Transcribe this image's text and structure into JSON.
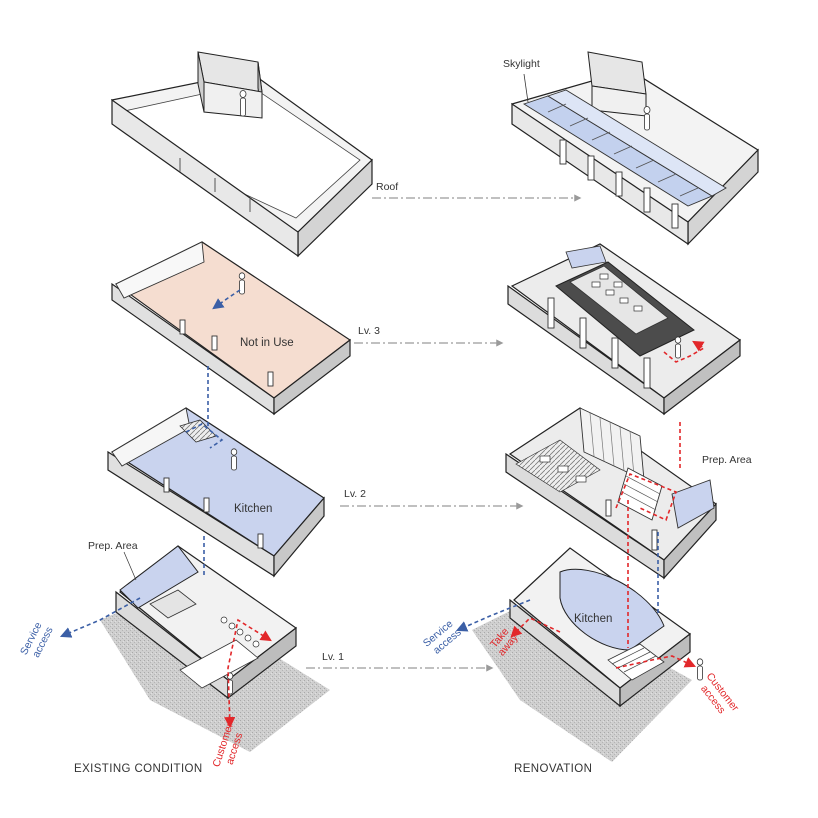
{
  "captions": {
    "existing": "EXISTING CONDITION",
    "renovation": "RENOVATION"
  },
  "levels": {
    "roof": "Roof",
    "lv3": "Lv. 3",
    "lv2": "Lv. 2",
    "lv1": "Lv. 1"
  },
  "existing": {
    "lv3_label": "Not in Use",
    "lv2_label": "Kitchen",
    "prep_area": "Prep. Area",
    "service_access": [
      "Service",
      "access"
    ],
    "customer_access": [
      "Customer",
      "access"
    ]
  },
  "renovation": {
    "skylight": "Skylight",
    "prep_area": "Prep. Area",
    "kitchen": "Kitchen",
    "take_away": [
      "Take",
      "away"
    ],
    "service_access": [
      "Service",
      "access"
    ],
    "customer_access": [
      "Customer",
      "access"
    ]
  },
  "colors": {
    "blue_route": "#3b5fa6",
    "red_route": "#e2272a",
    "kitchen_fill": "#c9d3ee",
    "unused_fill": "#f5ddd0",
    "line": "#222222",
    "wall_light": "#f4f4f4",
    "wall_mid": "#dcdcdc",
    "wall_dark": "#b8b8b8",
    "ground": "#c9c9c9",
    "connector": "#9a9a9a"
  }
}
